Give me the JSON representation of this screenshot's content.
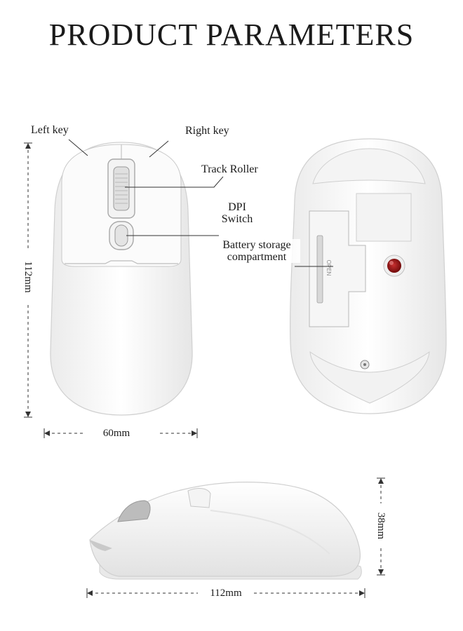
{
  "title": "PRODUCT PARAMETERS",
  "callouts": {
    "left_key": "Left key",
    "right_key": "Right key",
    "track_roller": "Track Roller",
    "dpi_line1": "DPI",
    "dpi_line2": "Switch",
    "battery_line1": "Battery storage",
    "battery_line2": "compartment",
    "bottom_open": "OPEN"
  },
  "dimensions": {
    "top_length": "112mm",
    "top_width": "60mm",
    "side_height": "38mm",
    "side_length": "112mm"
  },
  "colors": {
    "accent_red": "#a01010"
  }
}
